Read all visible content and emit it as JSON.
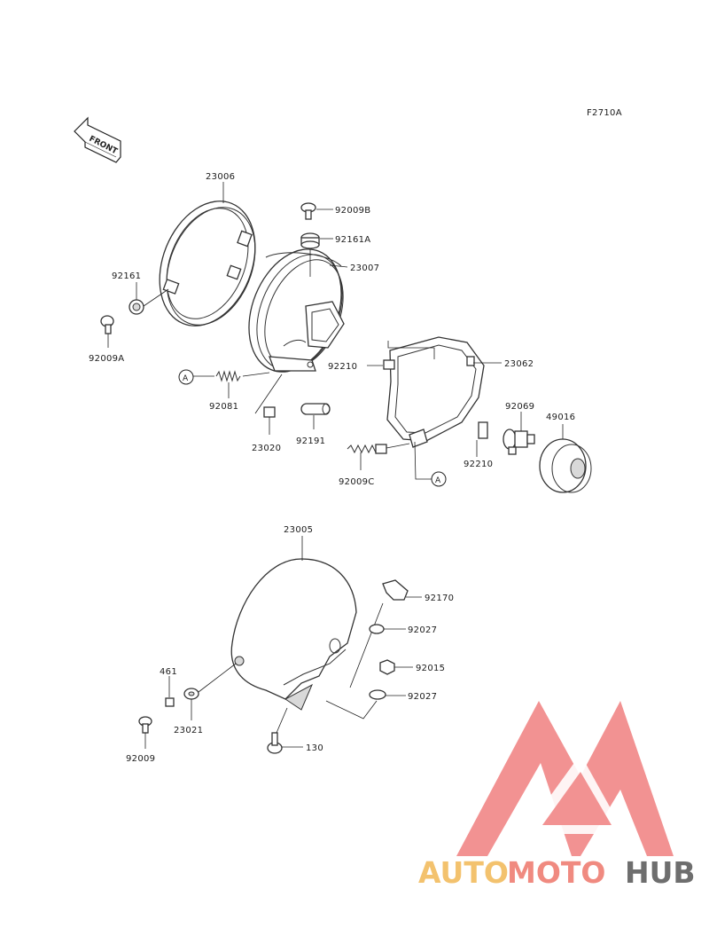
{
  "figure_code": "F2710A",
  "front_arrow_label": "FRONT",
  "callouts": [
    "A",
    "A"
  ],
  "parts": {
    "p23006": "23006",
    "p92161": "92161",
    "p92009A": "92009A",
    "p92009B": "92009B",
    "p92161A": "92161A",
    "p23007": "23007",
    "p92210_upper": "92210",
    "p23062": "23062",
    "p92081": "92081",
    "p23020": "23020",
    "p92191": "92191",
    "p92009C": "92009C",
    "p92210_lower": "92210",
    "p92069": "92069",
    "p49016": "49016",
    "p23005": "23005",
    "p92170": "92170",
    "p92027_upper": "92027",
    "p92015": "92015",
    "p92027_lower": "92027",
    "p461": "461",
    "p23021": "23021",
    "p92009": "92009",
    "p130": "130"
  },
  "watermark": {
    "part1": "AUTO",
    "part2": "MOTO",
    "part3": "HUB",
    "colors": {
      "logo": "#f08080",
      "auto": "#f3c26e",
      "moto": "#f08a80",
      "hub": "#6e6e6e"
    }
  }
}
